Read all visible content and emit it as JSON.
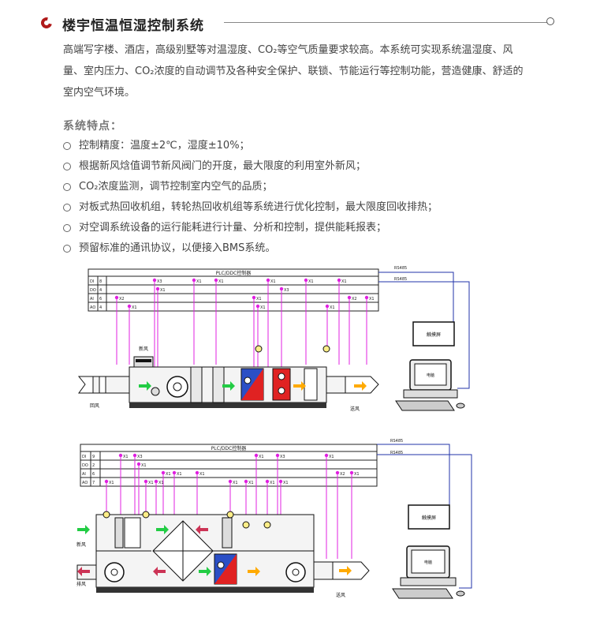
{
  "header": {
    "title": "楼宇恒温恒湿控制系统"
  },
  "intro": "高端写字楼、酒店，高级别墅等对温湿度、CO₂等空气质量要求较高。本系统可实现系统温湿度、风量、室内压力、CO₂浓度的自动调节及各种安全保护、联锁、节能运行等控制功能，营造健康、舒适的室内空气环境。",
  "features": {
    "title": "系统特点：",
    "items": [
      "控制精度：温度±2℃，湿度±10%；",
      "根据新风焓值调节新风阀门的开度，最大限度的利用室外新风；",
      "CO₂浓度监测，调节控制室内空气的品质；",
      "对板式热回收机组，转轮热回收机组等系统进行优化控制，最大限度回收排热；",
      "对空调系统设备的运行能耗进行计量、分析和控制，提供能耗报表；",
      "预留标准的通讯协议，以便接入BMS系统。"
    ]
  },
  "diagram1": {
    "controller": "PLC/DDC控制器",
    "io": [
      {
        "type": "DI",
        "n": "8"
      },
      {
        "type": "DO",
        "n": "4"
      },
      {
        "type": "AI",
        "n": "6"
      },
      {
        "type": "AO",
        "n": "4"
      }
    ],
    "rs485": [
      "RS485",
      "RS485"
    ],
    "touchscreen": "触摸屏",
    "computer": "电脑",
    "fresh_air": "新风",
    "return_air": "回风",
    "supply_air": "送风",
    "tags": {
      "x1": "X1",
      "x2": "X2",
      "x3": "X3"
    }
  },
  "diagram2": {
    "controller": "PLC/DDC控制器",
    "io": [
      {
        "type": "DI",
        "n": "9"
      },
      {
        "type": "DO",
        "n": "2"
      },
      {
        "type": "AI",
        "n": "6"
      },
      {
        "type": "AO",
        "n": "7"
      }
    ],
    "rs485": [
      "RS485",
      "RS485"
    ],
    "touchscreen": "触摸屏",
    "computer": "电脑",
    "fresh_air": "新风",
    "exhaust_air": "排风",
    "supply_air": "送风",
    "tags": {
      "x1": "X1",
      "x2": "X2",
      "x3": "X3"
    }
  },
  "colors": {
    "accent": "#b01a1a",
    "signal": "#e020e0",
    "bus": "#2233aa"
  }
}
